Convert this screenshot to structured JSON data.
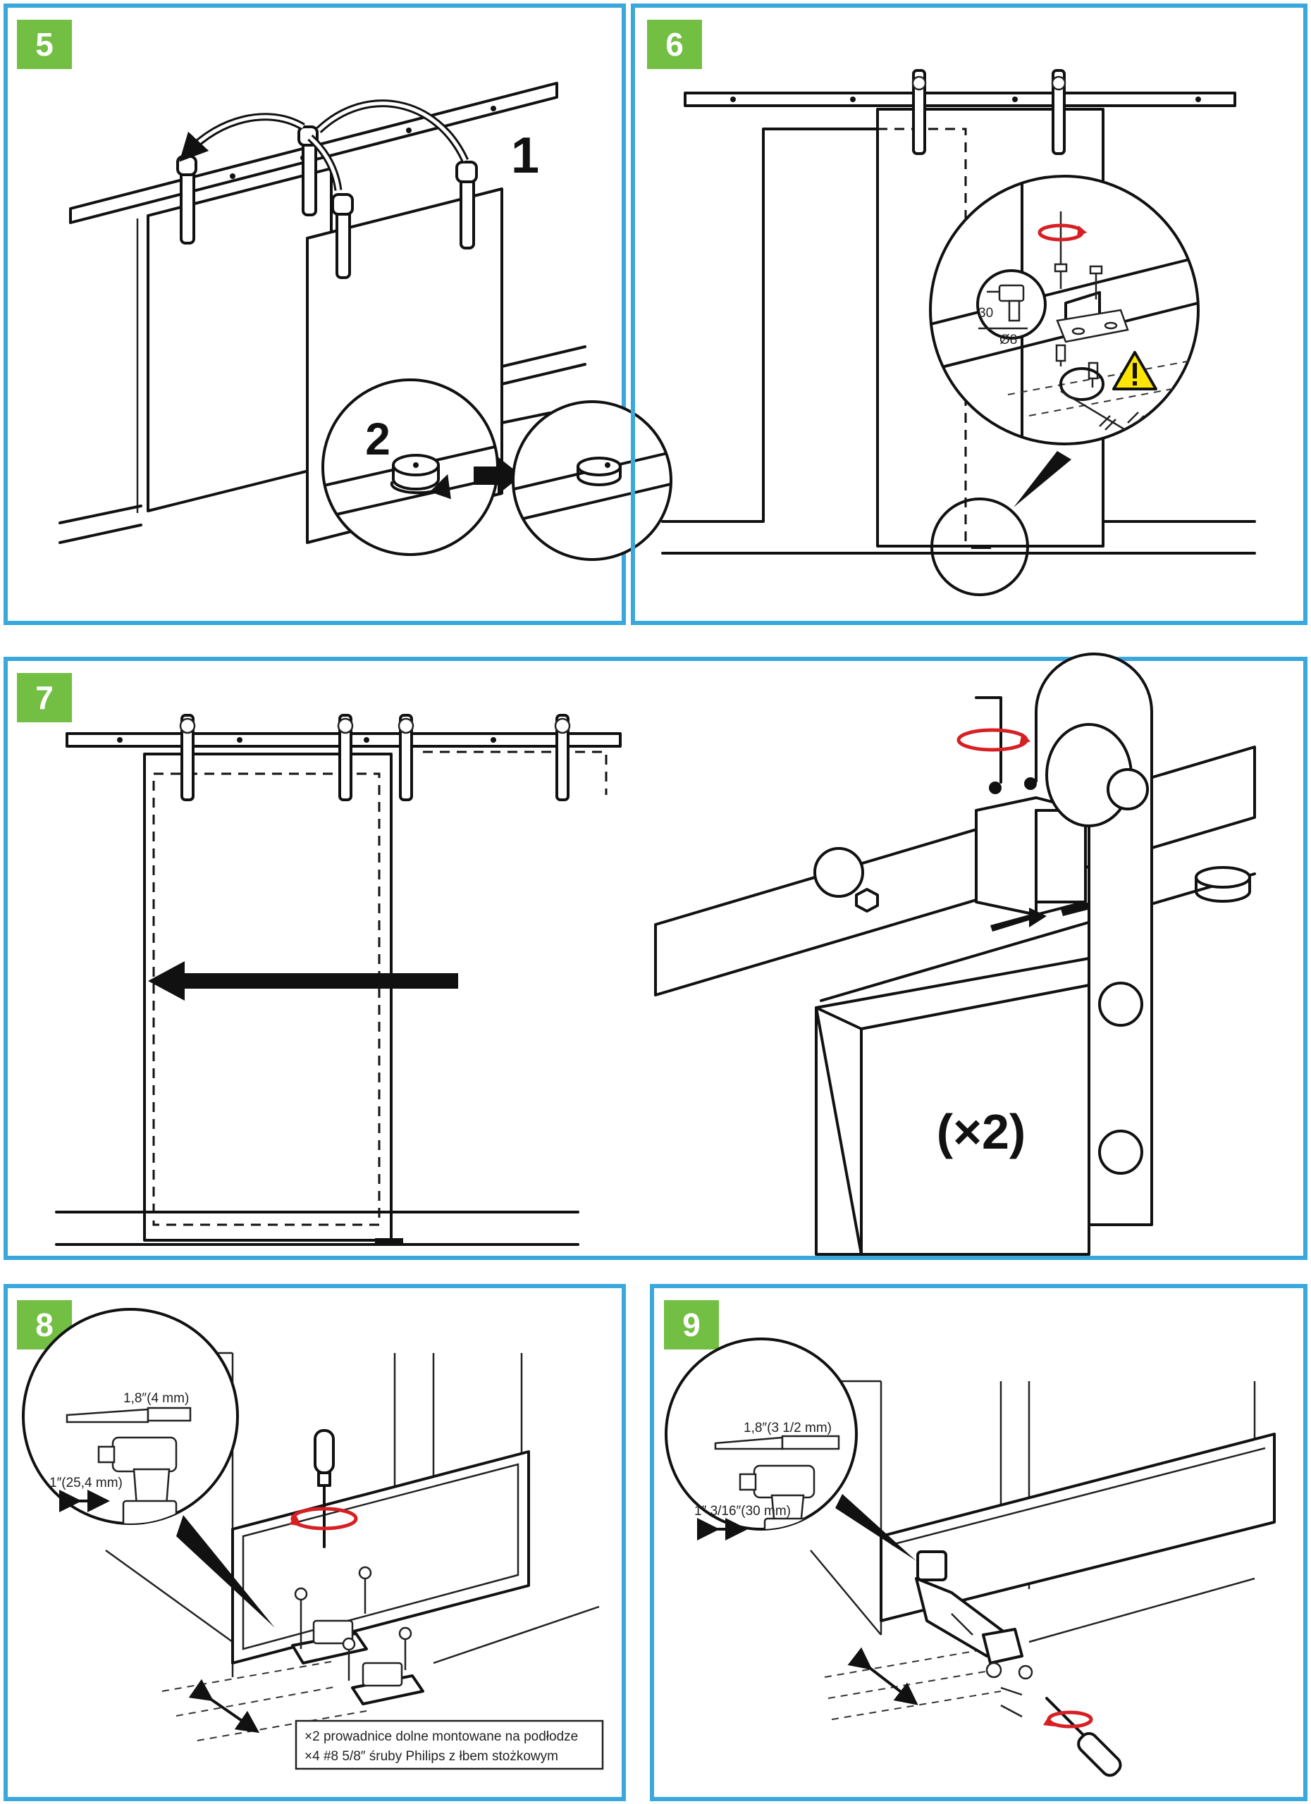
{
  "steps": [
    {
      "number": "5",
      "labels": {
        "substep_1": "1",
        "substep_2": "2"
      }
    },
    {
      "number": "6",
      "labels": {
        "depth": "30",
        "diameter": "Ø8"
      }
    },
    {
      "number": "7",
      "labels": {
        "quantity": "(×2)"
      }
    },
    {
      "number": "8",
      "labels": {
        "drill_bit": "1,8″(4 mm)",
        "depth": "1″(25,4 mm)"
      },
      "caption": [
        "×2 prowadnice dolne montowane na podłodze",
        "×4 #8 5/8″ śruby Philips z łbem stożkowym"
      ]
    },
    {
      "number": "9",
      "labels": {
        "drill_bit": "1,8″(3 1/2 mm)",
        "depth": "1″ 3/16″(30 mm)"
      }
    }
  ],
  "colors": {
    "frame": "#3aa8dd",
    "badge": "#72bf44",
    "rotation_arrow": "#d62024",
    "warning": "#ffe600"
  },
  "icons": [
    "drill-icon",
    "screwdriver-icon",
    "hex-key-icon",
    "warning-icon",
    "rotation-arrow-icon",
    "drill-bit-icon"
  ]
}
